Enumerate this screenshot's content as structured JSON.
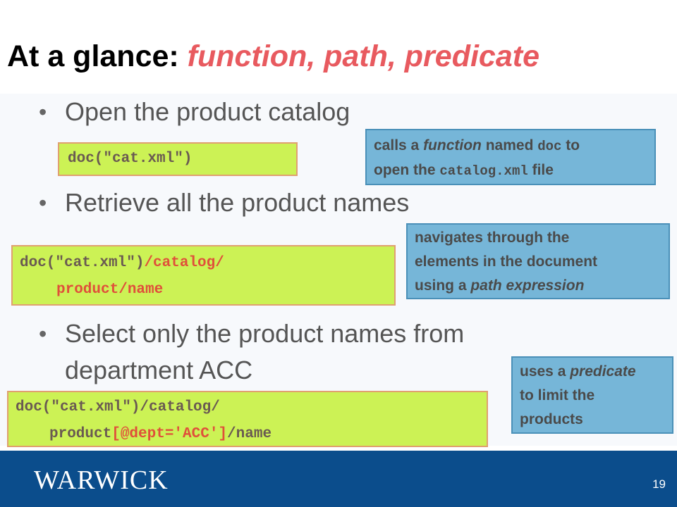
{
  "title": {
    "prefix": "At a glance: ",
    "accent": "function, path, predicate"
  },
  "bullets": [
    "Open the product catalog",
    "Retrieve all the product names",
    "Select only the product names from",
    "department ACC"
  ],
  "code": {
    "box1": {
      "line1": "doc(\"cat.xml\")"
    },
    "box2": {
      "line1_a": "doc(\"cat.xml\")",
      "line1_b": "/catalog/",
      "line2": "product/name"
    },
    "box3": {
      "line1": "doc(\"cat.xml\")/catalog/",
      "line2_a": "product",
      "line2_b": "[@dept='ACC']",
      "line2_c": "/name"
    }
  },
  "notes": {
    "n1": {
      "t1": "calls a ",
      "t2": "function",
      "t3": " named ",
      "t4": "doc",
      "t5": " to",
      "t6": "open the ",
      "t7": "catalog.xml",
      "t8": " file"
    },
    "n2": {
      "l1": "navigates through the",
      "l2": "elements in the document",
      "l3a": "using a ",
      "l3b": "path expression"
    },
    "n3": {
      "l1a": "uses a ",
      "l1b": "predicate",
      "l2": "to limit the",
      "l3": "products"
    }
  },
  "footer": {
    "logo": "WARWICK",
    "page": "19"
  },
  "colors": {
    "accent": "#e85a5f",
    "code_bg": "#ccf255",
    "note_bg": "#76b6d8",
    "footer_bg": "#0b4d8c"
  }
}
